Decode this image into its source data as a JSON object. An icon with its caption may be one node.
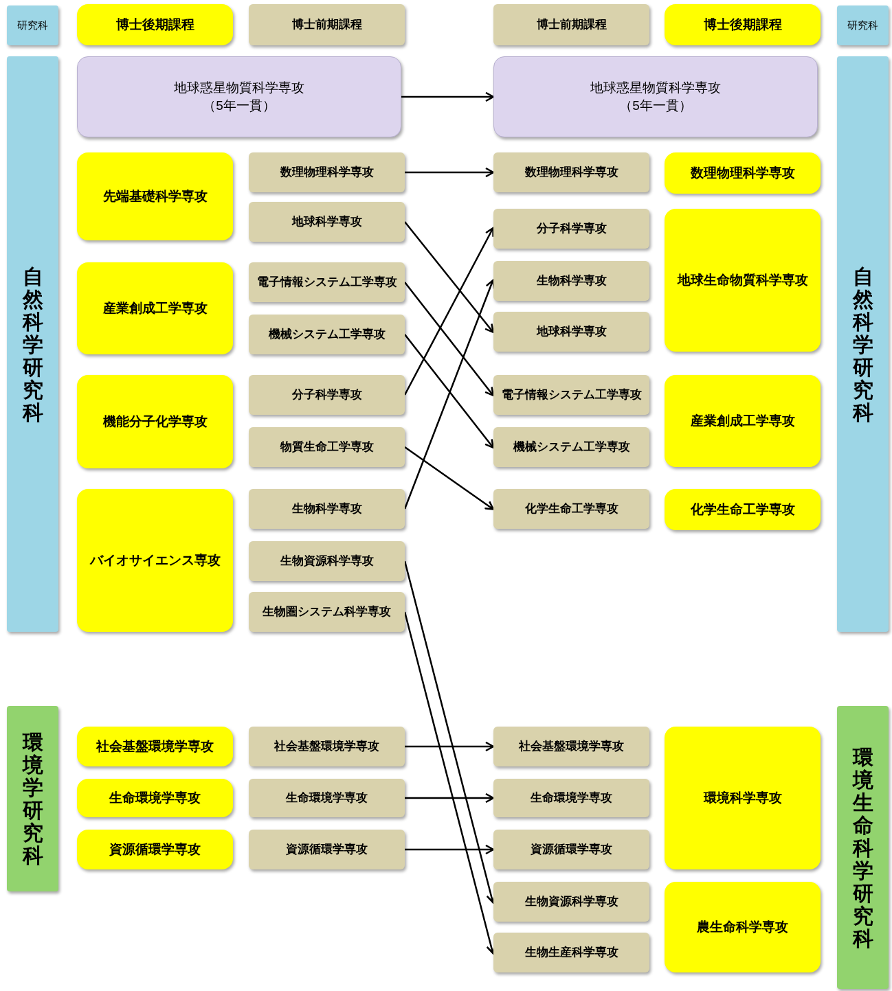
{
  "diagram": {
    "nodes": [
      {
        "text": [
          "研究科"
        ]
      },
      {
        "text": [
          "博士後期課程"
        ]
      },
      {
        "text": [
          "博士前期課程"
        ]
      },
      {
        "text": [
          "博士前期課程"
        ]
      },
      {
        "text": [
          "博士後期課程"
        ]
      },
      {
        "text": [
          "研究科"
        ]
      },
      {
        "text": [
          "自然科学研究科"
        ]
      },
      {
        "text": [
          "地球惑星物質科学専攻",
          "（5年一貫）"
        ]
      },
      {
        "text": [
          "先端基礎科学専攻"
        ]
      },
      {
        "text": [
          "数理物理科学専攻"
        ]
      },
      {
        "text": [
          "地球科学専攻"
        ]
      },
      {
        "text": [
          "産業創成工学専攻"
        ]
      },
      {
        "text": [
          "電子情報システム工学専攻"
        ]
      },
      {
        "text": [
          "機械システム工学専攻"
        ]
      },
      {
        "text": [
          "機能分子化学専攻"
        ]
      },
      {
        "text": [
          "分子科学専攻"
        ]
      },
      {
        "text": [
          "物質生命工学専攻"
        ]
      },
      {
        "text": [
          "バイオサイエンス専攻"
        ]
      },
      {
        "text": [
          "生物科学専攻"
        ]
      },
      {
        "text": [
          "生物資源科学専攻"
        ]
      },
      {
        "text": [
          "生物圏システム科学専攻"
        ]
      },
      {
        "text": [
          "環境学研究科"
        ]
      },
      {
        "text": [
          "社会基盤環境学専攻"
        ]
      },
      {
        "text": [
          "生命環境学専攻"
        ]
      },
      {
        "text": [
          "資源循環学専攻"
        ]
      },
      {
        "text": [
          "社会基盤環境学専攻"
        ]
      },
      {
        "text": [
          "生命環境学専攻"
        ]
      },
      {
        "text": [
          "資源循環学専攻"
        ]
      },
      {
        "text": [
          "自然科学研究科"
        ]
      },
      {
        "text": [
          "地球惑星物質科学専攻",
          "（5年一貫）"
        ]
      },
      {
        "text": [
          "数理物理科学専攻"
        ]
      },
      {
        "text": [
          "数理物理科学専攻"
        ]
      },
      {
        "text": [
          "分子科学専攻"
        ]
      },
      {
        "text": [
          "地球生命物質科学専攻"
        ]
      },
      {
        "text": [
          "生物科学専攻"
        ]
      },
      {
        "text": [
          "地球科学専攻"
        ]
      },
      {
        "text": [
          "電子情報システム工学専攻"
        ]
      },
      {
        "text": [
          "産業創成工学専攻"
        ]
      },
      {
        "text": [
          "機械システム工学専攻"
        ]
      },
      {
        "text": [
          "化学生命工学専攻"
        ]
      },
      {
        "text": [
          "化学生命工学専攻"
        ]
      },
      {
        "text": [
          "環境生命科学研究科"
        ]
      },
      {
        "text": [
          "社会基盤環境学専攻"
        ]
      },
      {
        "text": [
          "環境科学専攻"
        ]
      },
      {
        "text": [
          "生命環境学専攻"
        ]
      },
      {
        "text": [
          "資源循環学専攻"
        ]
      },
      {
        "text": [
          "生物資源科学専攻"
        ]
      },
      {
        "text": [
          "農生命科学専攻"
        ]
      },
      {
        "text": [
          "生物生産科学専攻"
        ]
      }
    ],
    "edges": [
      {
        "from": 7,
        "to": 29,
        "arrow": "to"
      },
      {
        "from": 9,
        "to": 30,
        "arrow": "to"
      },
      {
        "from": 10,
        "to": 35,
        "arrow": "to"
      },
      {
        "from": 12,
        "to": 36,
        "arrow": "to"
      },
      {
        "from": 13,
        "to": 38,
        "arrow": "to"
      },
      {
        "from": 15,
        "to": 32,
        "arrow": "to"
      },
      {
        "from": 16,
        "to": 39,
        "arrow": "to"
      },
      {
        "from": 18,
        "to": 34,
        "arrow": "to"
      },
      {
        "from": 19,
        "to": 46,
        "arrow": "to"
      },
      {
        "from": 20,
        "to": 48,
        "arrow": "to"
      },
      {
        "from": 25,
        "to": 42,
        "arrow": "to"
      },
      {
        "from": 26,
        "to": 44,
        "arrow": "to"
      },
      {
        "from": 27,
        "to": 45,
        "arrow": "to"
      }
    ]
  }
}
